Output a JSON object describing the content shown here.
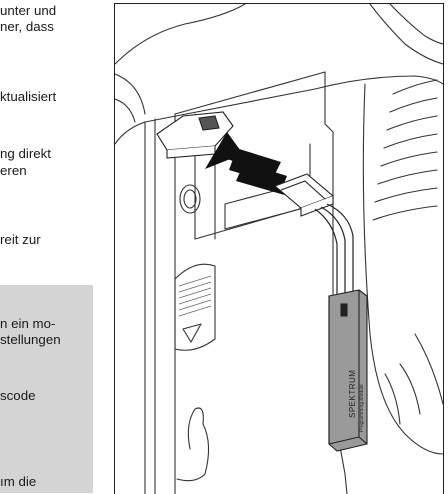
{
  "text_lines": [
    "unter und",
    "ner, dass",
    "ktualisiert",
    "ng direkt",
    "eren",
    "reit zur"
  ],
  "note_lines": [
    "n ein mo-",
    "stellungen",
    "scode",
    "ım die"
  ],
  "figure": {
    "device_label_1": "SPEKTRUM",
    "device_label_2": "Programming Module"
  }
}
